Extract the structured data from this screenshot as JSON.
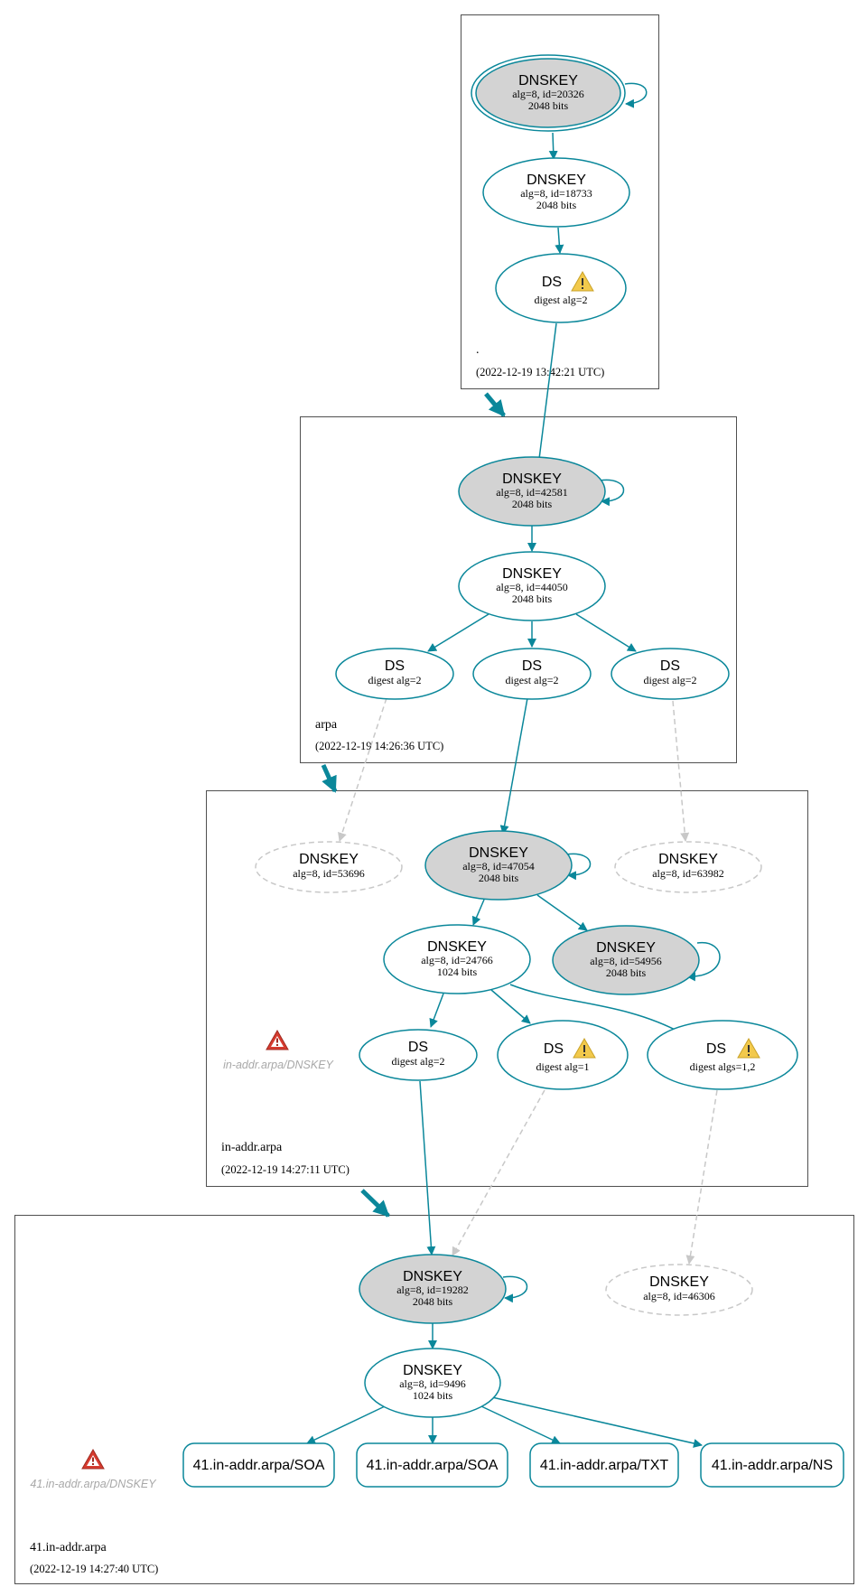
{
  "colors": {
    "edge": "#0a879a",
    "dashed": "#c8c8c8",
    "fill_grey": "#d3d3d3",
    "zone_border": "#505050",
    "warn_yellow": "#f2c94c",
    "error_red": "#d63b2f"
  },
  "zones": [
    {
      "id": "root",
      "name": ".",
      "date": "(2022-12-19 13:42:21 UTC)"
    },
    {
      "id": "arpa",
      "name": "arpa",
      "date": "(2022-12-19 14:26:36 UTC)"
    },
    {
      "id": "inaddr",
      "name": "in-addr.arpa",
      "date": "(2022-12-19 14:27:11 UTC)",
      "error_label": "in-addr.arpa/DNSKEY"
    },
    {
      "id": "z41",
      "name": "41.in-addr.arpa",
      "date": "(2022-12-19 14:27:40 UTC)",
      "error_label": "41.in-addr.arpa/DNSKEY"
    }
  ],
  "nodes": [
    {
      "id": "k20326",
      "title": "DNSKEY",
      "line1": "alg=8, id=20326",
      "line2": "2048 bits"
    },
    {
      "id": "k18733",
      "title": "DNSKEY",
      "line1": "alg=8, id=18733",
      "line2": "2048 bits"
    },
    {
      "id": "ds_root",
      "title": "DS",
      "line1": "digest alg=2",
      "warning": true
    },
    {
      "id": "k42581",
      "title": "DNSKEY",
      "line1": "alg=8, id=42581",
      "line2": "2048 bits"
    },
    {
      "id": "k44050",
      "title": "DNSKEY",
      "line1": "alg=8, id=44050",
      "line2": "2048 bits"
    },
    {
      "id": "ds_a1",
      "title": "DS",
      "line1": "digest alg=2"
    },
    {
      "id": "ds_a2",
      "title": "DS",
      "line1": "digest alg=2"
    },
    {
      "id": "ds_a3",
      "title": "DS",
      "line1": "digest alg=2"
    },
    {
      "id": "k53696",
      "title": "DNSKEY",
      "line1": "alg=8, id=53696"
    },
    {
      "id": "k47054",
      "title": "DNSKEY",
      "line1": "alg=8, id=47054",
      "line2": "2048 bits"
    },
    {
      "id": "k63982",
      "title": "DNSKEY",
      "line1": "alg=8, id=63982"
    },
    {
      "id": "k24766",
      "title": "DNSKEY",
      "line1": "alg=8, id=24766",
      "line2": "1024 bits"
    },
    {
      "id": "k54956",
      "title": "DNSKEY",
      "line1": "alg=8, id=54956",
      "line2": "2048 bits"
    },
    {
      "id": "ds_i1",
      "title": "DS",
      "line1": "digest alg=2"
    },
    {
      "id": "ds_i2",
      "title": "DS",
      "line1": "digest alg=1",
      "warning": true
    },
    {
      "id": "ds_i3",
      "title": "DS",
      "line1": "digest algs=1,2",
      "warning": true
    },
    {
      "id": "k19282",
      "title": "DNSKEY",
      "line1": "alg=8, id=19282",
      "line2": "2048 bits"
    },
    {
      "id": "k46306",
      "title": "DNSKEY",
      "line1": "alg=8, id=46306"
    },
    {
      "id": "k9496",
      "title": "DNSKEY",
      "line1": "alg=8, id=9496",
      "line2": "1024 bits"
    }
  ],
  "rrsets": [
    {
      "id": "rr_soa1",
      "label": "41.in-addr.arpa/SOA"
    },
    {
      "id": "rr_soa2",
      "label": "41.in-addr.arpa/SOA"
    },
    {
      "id": "rr_txt",
      "label": "41.in-addr.arpa/TXT"
    },
    {
      "id": "rr_ns",
      "label": "41.in-addr.arpa/NS"
    }
  ]
}
